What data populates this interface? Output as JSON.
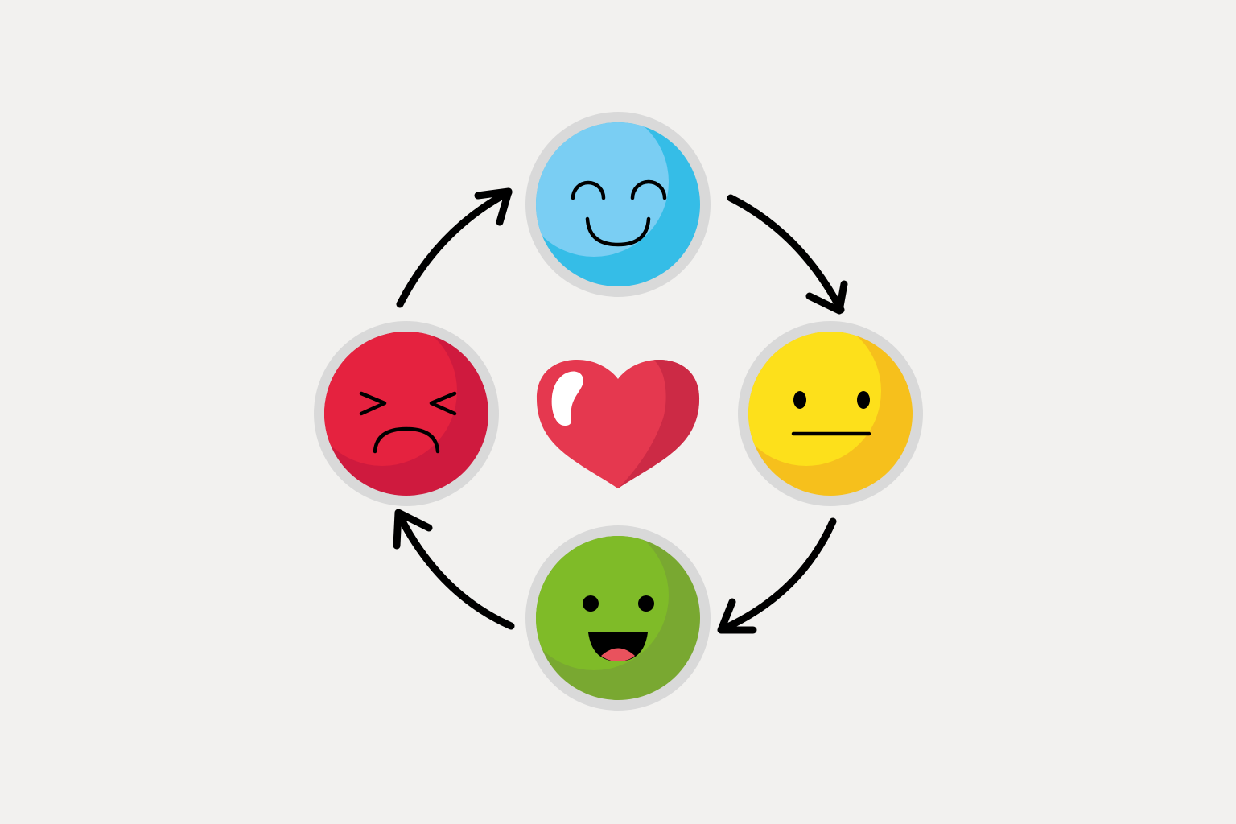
{
  "diagram": {
    "type": "emotion-cycle",
    "background_color": "#f2f1ef",
    "ring_color": "#d9d9d9",
    "arrow_color": "#000000",
    "direction": "clockwise",
    "faces": [
      {
        "position": "top",
        "emotion": "content",
        "icon": "content-face-icon",
        "color": "#35bde7",
        "highlight": "#7acef3"
      },
      {
        "position": "right",
        "emotion": "neutral",
        "icon": "neutral-face-icon",
        "color": "#f6c01c",
        "highlight": "#fde01b"
      },
      {
        "position": "bottom",
        "emotion": "happy",
        "icon": "happy-face-icon",
        "color": "#79a831",
        "highlight": "#7fbb28"
      },
      {
        "position": "left",
        "emotion": "upset",
        "icon": "upset-face-icon",
        "color": "#cf1a3e",
        "highlight": "#e5223f"
      }
    ],
    "center": {
      "icon": "heart-icon",
      "color": "#e5384f",
      "shade": "#cc2a45",
      "shine": "#ffffff"
    },
    "arrows": [
      {
        "from": "top",
        "to": "right",
        "icon": "arrow-icon"
      },
      {
        "from": "right",
        "to": "bottom",
        "icon": "arrow-icon"
      },
      {
        "from": "bottom",
        "to": "left",
        "icon": "arrow-icon"
      },
      {
        "from": "left",
        "to": "top",
        "icon": "arrow-icon"
      }
    ]
  }
}
